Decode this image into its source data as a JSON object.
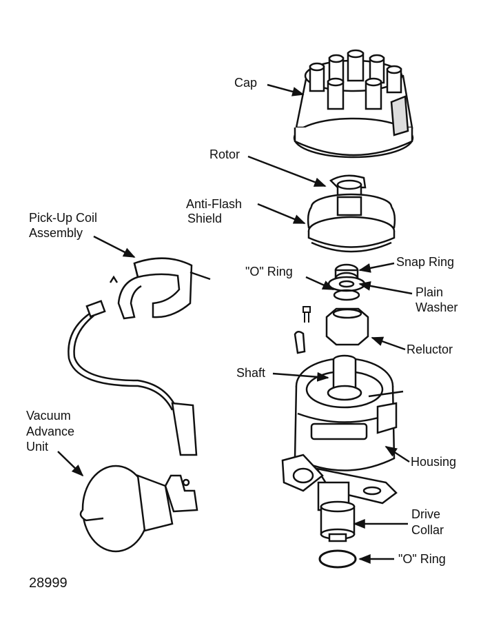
{
  "labels": {
    "cap": "Cap",
    "rotor": "Rotor",
    "anti_flash_shield_1": "Anti-Flash",
    "anti_flash_shield_2": "Shield",
    "pickup_coil_1": "Pick-Up Coil",
    "pickup_coil_2": "Assembly",
    "o_ring_top": "\"O\" Ring",
    "snap_ring": "Snap Ring",
    "plain_washer_1": "Plain",
    "plain_washer_2": "Washer",
    "reluctor": "Reluctor",
    "shaft": "Shaft",
    "vacuum_advance_1": "Vacuum",
    "vacuum_advance_2": "Advance",
    "vacuum_advance_3": "Unit",
    "housing": "Housing",
    "drive_collar_1": "Drive",
    "drive_collar_2": "Collar",
    "o_ring_bottom": "\"O\" Ring"
  },
  "figure_number": "28999"
}
